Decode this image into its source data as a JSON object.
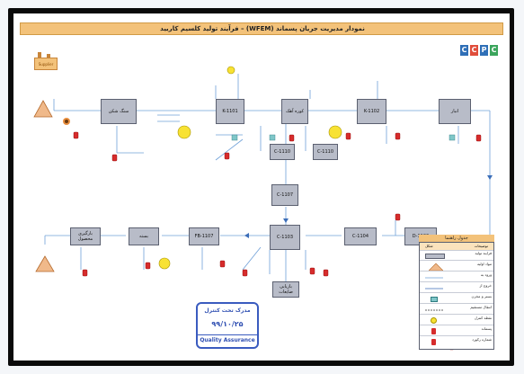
{
  "title": "نمودار مدیریت جریان پسماند (WFEM) – فرآیند تولید کلسیم کاربید",
  "logo_text": [
    "C",
    "C",
    "P",
    "C"
  ],
  "supplier_label": "Supplier",
  "process_boxes": [
    {
      "id": "p1",
      "label": "سنگ شکن"
    },
    {
      "id": "p2",
      "label": "K-1101"
    },
    {
      "id": "p3",
      "label": "کوره آهک"
    },
    {
      "id": "p4",
      "label": "K-1102"
    },
    {
      "id": "p5",
      "label": "انبار"
    },
    {
      "id": "p6",
      "label": "C-1110"
    },
    {
      "id": "p7",
      "label": "C-1110"
    },
    {
      "id": "p8",
      "label": "C-1107"
    },
    {
      "id": "p9",
      "label": "C-1103"
    },
    {
      "id": "p10",
      "label": "C-1104"
    },
    {
      "id": "p11",
      "label": "D-1103"
    },
    {
      "id": "p12",
      "label": "FB-1107"
    },
    {
      "id": "p13",
      "label": "بسته"
    },
    {
      "id": "p14",
      "label": "بارگیری محصول"
    },
    {
      "id": "p15",
      "label": "بازیابی ضایعات"
    }
  ],
  "legend": {
    "title": "جدول راهنما",
    "header_left": "شکل",
    "header_right": "توضیحات",
    "rows": [
      "فرآیند تولید",
      "مواد اولیه",
      "ورود به",
      "خروج از",
      "بستر و مخزن",
      "انتقال مستقیم",
      "نقطه کنترل",
      "پسماند",
      "شماره رکورد"
    ]
  },
  "stamp": {
    "line1": "مدرک تحت کنترل",
    "line2": "۹۹/۱۰/۲۵",
    "line3": "Quality Assurance"
  }
}
